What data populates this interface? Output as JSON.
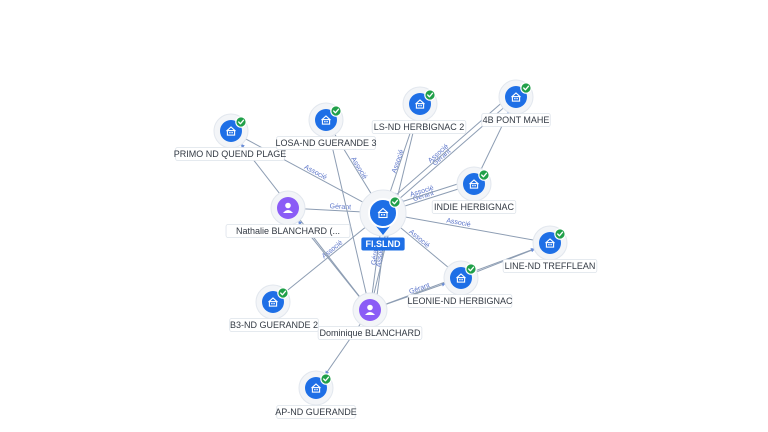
{
  "center": {
    "label": "FI.SLND",
    "icon": "building-icon",
    "verified": true
  },
  "nodes": [
    {
      "id": "primo",
      "label": "PRIMO ND QUEND PLAGE",
      "type": "company",
      "icon": "building-icon",
      "verified": true
    },
    {
      "id": "losa",
      "label": "LOSA-ND GUERANDE 3",
      "type": "company",
      "icon": "building-icon",
      "verified": true
    },
    {
      "id": "lsnd",
      "label": "LS-ND HERBIGNAC 2",
      "type": "company",
      "icon": "building-icon",
      "verified": true
    },
    {
      "id": "pont",
      "label": "4B PONT MAHE",
      "type": "company",
      "icon": "building-icon",
      "verified": true
    },
    {
      "id": "indie",
      "label": "INDIE HERBIGNAC",
      "type": "company",
      "icon": "building-icon",
      "verified": true
    },
    {
      "id": "line",
      "label": "LINE-ND TREFFLEAN",
      "type": "company",
      "icon": "building-icon",
      "verified": true
    },
    {
      "id": "leonie",
      "label": "LEONIE-ND HERBIGNAC",
      "type": "company",
      "icon": "building-icon",
      "verified": true
    },
    {
      "id": "nathalie",
      "label": "Nathalie BLANCHARD (...",
      "type": "person",
      "icon": "person-icon",
      "verified": false
    },
    {
      "id": "dominique",
      "label": "Dominique BLANCHARD",
      "type": "person",
      "icon": "person-icon",
      "verified": false
    },
    {
      "id": "b3",
      "label": "B3-ND GUERANDE 2",
      "type": "company",
      "icon": "building-icon",
      "verified": true
    },
    {
      "id": "ap",
      "label": "AP-ND GUERANDE",
      "type": "company",
      "icon": "building-icon",
      "verified": true
    }
  ],
  "edges": [
    {
      "from": "primo",
      "to": "center",
      "label": "Associé"
    },
    {
      "from": "losa",
      "to": "center",
      "label": "Associé"
    },
    {
      "from": "lsnd",
      "to": "center",
      "label": "Associé"
    },
    {
      "from": "pont",
      "to": "center",
      "label": "Gérant"
    },
    {
      "from": "pont",
      "to": "center",
      "label": "Associé"
    },
    {
      "from": "indie",
      "to": "center",
      "label": "Gérant"
    },
    {
      "from": "indie",
      "to": "center",
      "label": "Associé"
    },
    {
      "from": "line",
      "to": "center",
      "label": "Associé"
    },
    {
      "from": "leonie",
      "to": "center",
      "label": "Associé"
    },
    {
      "from": "nathalie",
      "to": "center",
      "label": "Gérant"
    },
    {
      "from": "dominique",
      "to": "center",
      "label": "Gérant"
    },
    {
      "from": "dominique",
      "to": "center",
      "label": "Associé"
    },
    {
      "from": "b3",
      "to": "center",
      "label": "Associé"
    },
    {
      "from": "dominique",
      "to": "leonie",
      "label": "Gérant"
    },
    {
      "from": "dominique",
      "to": "primo",
      "label": ""
    },
    {
      "from": "dominique",
      "to": "losa",
      "label": ""
    },
    {
      "from": "dominique",
      "to": "lsnd",
      "label": ""
    },
    {
      "from": "dominique",
      "to": "ap",
      "label": ""
    },
    {
      "from": "dominique",
      "to": "line",
      "label": ""
    },
    {
      "from": "dominique",
      "to": "nathalie",
      "label": ""
    },
    {
      "from": "leonie",
      "to": "line",
      "label": ""
    },
    {
      "from": "indie",
      "to": "pont",
      "label": ""
    }
  ]
}
